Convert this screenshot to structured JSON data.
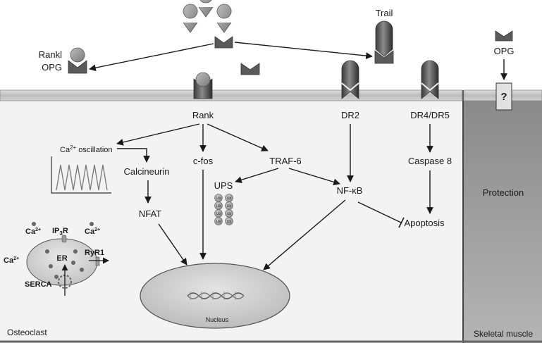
{
  "labels": {
    "trail": "Trail",
    "rankl": "Rankl",
    "opg_left": "OPG",
    "opg_right": "OPG",
    "rank": "Rank",
    "dr2": "DR2",
    "dr4_dr5": "DR4/DR5",
    "ca_oscillation": "Ca",
    "ca_oscillation_sup": "2+",
    "ca_oscillation_rest": " oscillation",
    "c_fos": "c-fos",
    "traf6": "TRAF-6",
    "caspase8": "Caspase 8",
    "calcineurin": "Calcineurin",
    "nfat": "NFAT",
    "ups": "UPS",
    "nfkb": "NF-κB",
    "apoptosis": "Apoptosis",
    "protection": "Protection",
    "nucleus": "Nucleus",
    "osteoclast": "Osteoclast",
    "skeletal_muscle": "Skeletal muscle",
    "question": "?",
    "ub": "Ub",
    "ca_top_left": "Ca",
    "ca_top_right": "Ca",
    "ca_left": "Ca",
    "ca_sup": "2+",
    "ip3r": "IP",
    "ip3r_sub": "3",
    "ip3r_rest": "R",
    "ryr1": "RyR1",
    "er": "ER",
    "serca": "SERCA"
  },
  "colors": {
    "cell_fill": "#f3f3f3",
    "muscle_fill": "#9a9a9a",
    "membrane": "#c8c8c8",
    "receptor": "#555555",
    "ligand": "#9a9a9a"
  }
}
